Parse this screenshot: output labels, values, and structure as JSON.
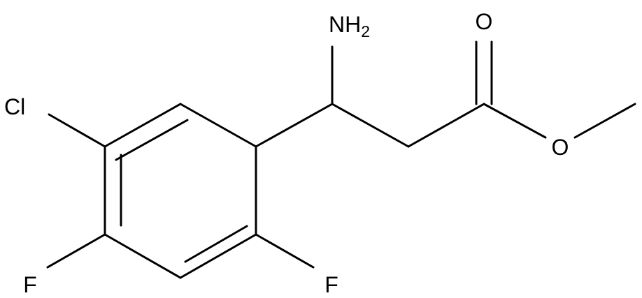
{
  "molecule": {
    "atoms": {
      "amine": {
        "main": "NH",
        "sub": "2"
      },
      "carbonyl_oxygen": {
        "main": "O"
      },
      "ester_oxygen": {
        "main": "O"
      },
      "chlorine": {
        "main": "Cl"
      },
      "fluorine_4": {
        "main": "F"
      },
      "fluorine_2": {
        "main": "F"
      }
    },
    "colors": {
      "bond": "#000000",
      "label": "#000000",
      "background": "#ffffff"
    }
  }
}
